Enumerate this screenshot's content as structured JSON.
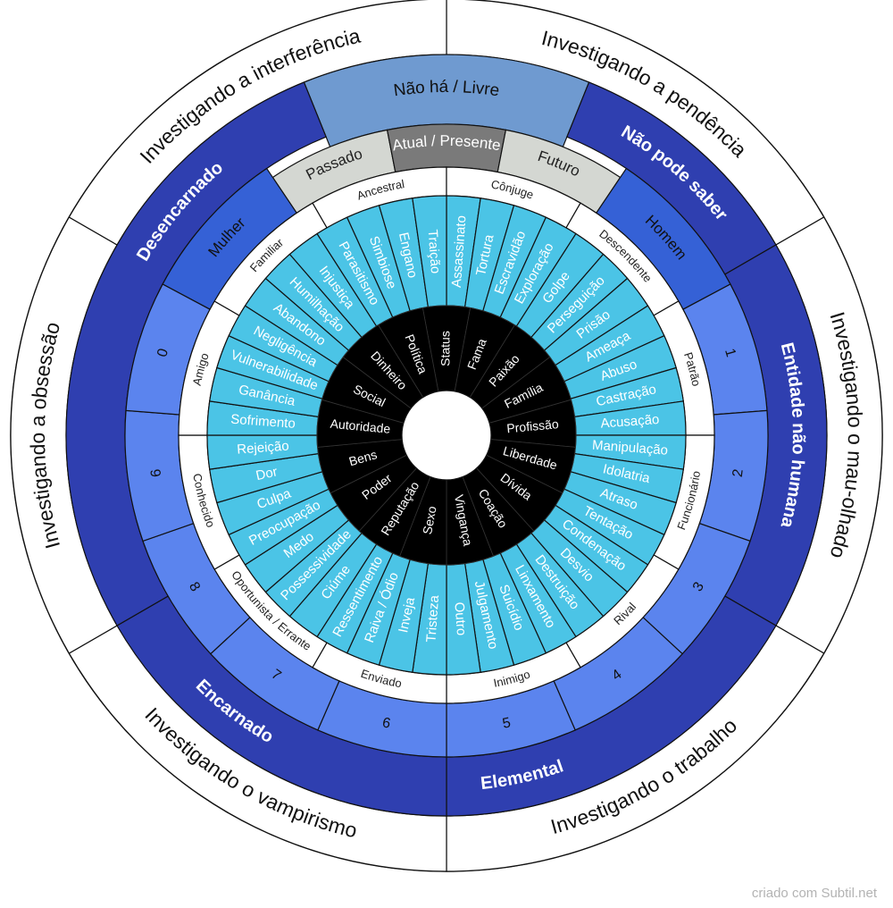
{
  "colors": {
    "outer_ring": "#ffffff",
    "dark_blue": "#2f3fb0",
    "mid_blue": "#3561d6",
    "light_blue": "#5b84ee",
    "top_band": "#6f9ad0",
    "gray_light": "#d4d7d2",
    "gray_dark": "#7a7a7a",
    "cyan": "#4bc4e6",
    "center": "#000000",
    "stroke": "#111111"
  },
  "outer_ring": [
    "Investigando a pendência",
    "Investigando o mau-olhado",
    "Investigando o trabalho",
    "Investigando o vampirismo",
    "Investigando a obsessão",
    "Investigando a interferência"
  ],
  "spirit_ring": [
    "Não há / Livre",
    "Não pode saber",
    "Entidade não humana",
    "Elemental",
    "Encarnado",
    "Desencarnado"
  ],
  "time_ring": [
    "Passado",
    "Atual / Presente",
    "Futuro"
  ],
  "gender_ring": [
    "Homem",
    "Mulher"
  ],
  "number_ring": [
    "1",
    "2",
    "3",
    "4",
    "5",
    "6",
    "7",
    "8",
    "9",
    "0"
  ],
  "relation_ring": [
    "Ancestral",
    "Cônjuge",
    "Descendente",
    "Patrão",
    "Funcionário",
    "Rival",
    "Inimigo",
    "Enviado",
    "Oportunista / Errante",
    "Conhecido",
    "Amigo",
    "Familiar"
  ],
  "cause_ring": [
    "Assassinato",
    "Tortura",
    "Escravidão",
    "Exploração",
    "Golpe",
    "Perseguição",
    "Prisão",
    "Ameaça",
    "Abuso",
    "Castração",
    "Acusação",
    "Manipulação",
    "Idolatria",
    "Atraso",
    "Tentação",
    "Condenação",
    "Desvio",
    "Destruição",
    "Linxamento",
    "Suicídio",
    "Julgamento",
    "Outro",
    "Tristeza",
    "Inveja",
    "Raiva / Ódio",
    "Ressentimento",
    "Ciúme",
    "Possessividade",
    "Medo",
    "Preocupação",
    "Culpa",
    "Dor",
    "Rejeição",
    "Sofrimento",
    "Ganância",
    "Vulnerabilidade",
    "Negligência",
    "Abandono",
    "Humilhação",
    "Injustiça",
    "Parasitismo",
    "Simbiose",
    "Engano",
    "Traição"
  ],
  "motive_ring": [
    "Status",
    "Fama",
    "Paixão",
    "Família",
    "Profissão",
    "Liberdade",
    "Dívida",
    "Coação",
    "Vingança",
    "Sexo",
    "Reputação",
    "Poder",
    "Bens",
    "Autoridade",
    "Social",
    "Dinheiro",
    "Política"
  ],
  "credit": "criado com Subtil.net"
}
